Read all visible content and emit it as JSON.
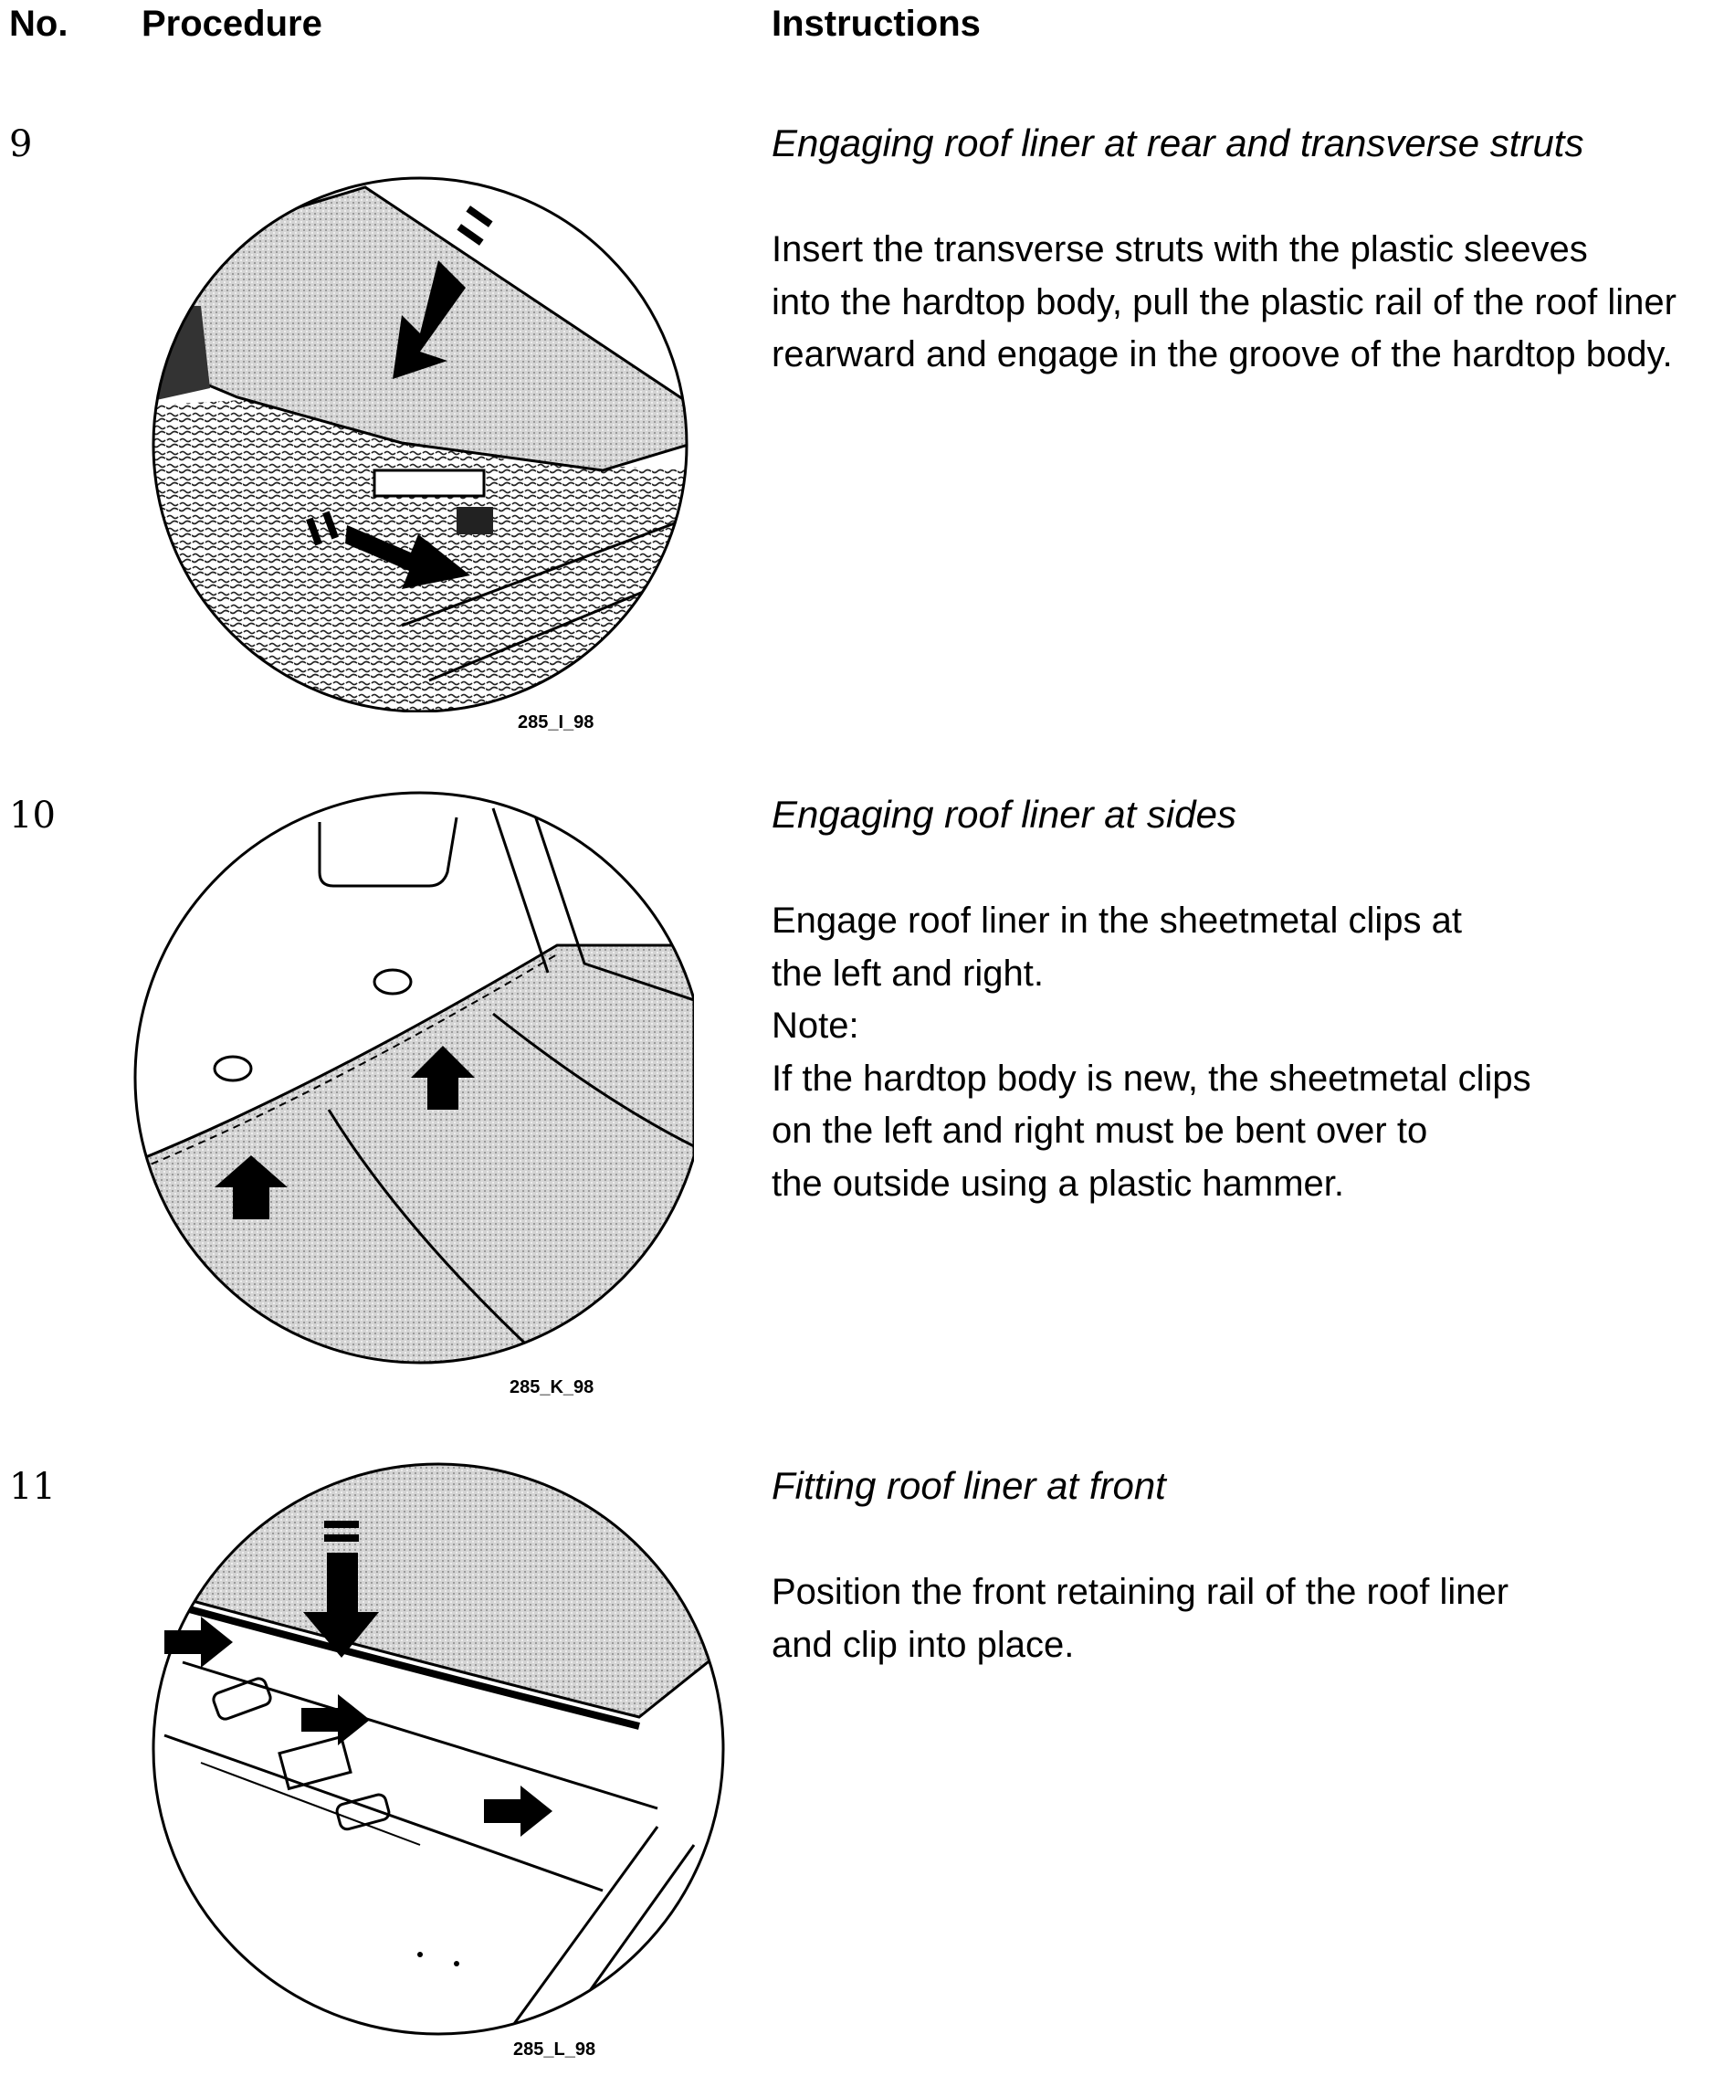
{
  "header": {
    "col_no": "No.",
    "col_procedure": "Procedure",
    "col_instructions": "Instructions"
  },
  "steps": [
    {
      "number": "9",
      "title": "Engaging roof liner at rear and transverse struts",
      "lines": [
        "Insert the transverse struts with the plastic sleeves",
        "into the hardtop body, pull the plastic rail of the roof liner",
        "rearward and engage in the groove of the hardtop body."
      ],
      "figure_label": "285_I_98",
      "figure_icon": "roof-liner-rear-illustration"
    },
    {
      "number": "10",
      "title": "Engaging roof liner at sides",
      "lines": [
        "Engage roof liner in the sheetmetal clips at",
        "the left and right.",
        "Note:",
        "If the hardtop body is new, the sheetmetal clips",
        "on the left and right must be bent over to",
        "the outside using a plastic hammer."
      ],
      "figure_label": "285_K_98",
      "figure_icon": "roof-liner-sides-illustration"
    },
    {
      "number": "11",
      "title": "Fitting roof liner at front",
      "lines": [
        "Position the front retaining rail of the roof liner",
        "and clip into place."
      ],
      "figure_label": "285_L_98",
      "figure_icon": "roof-liner-front-illustration"
    }
  ]
}
